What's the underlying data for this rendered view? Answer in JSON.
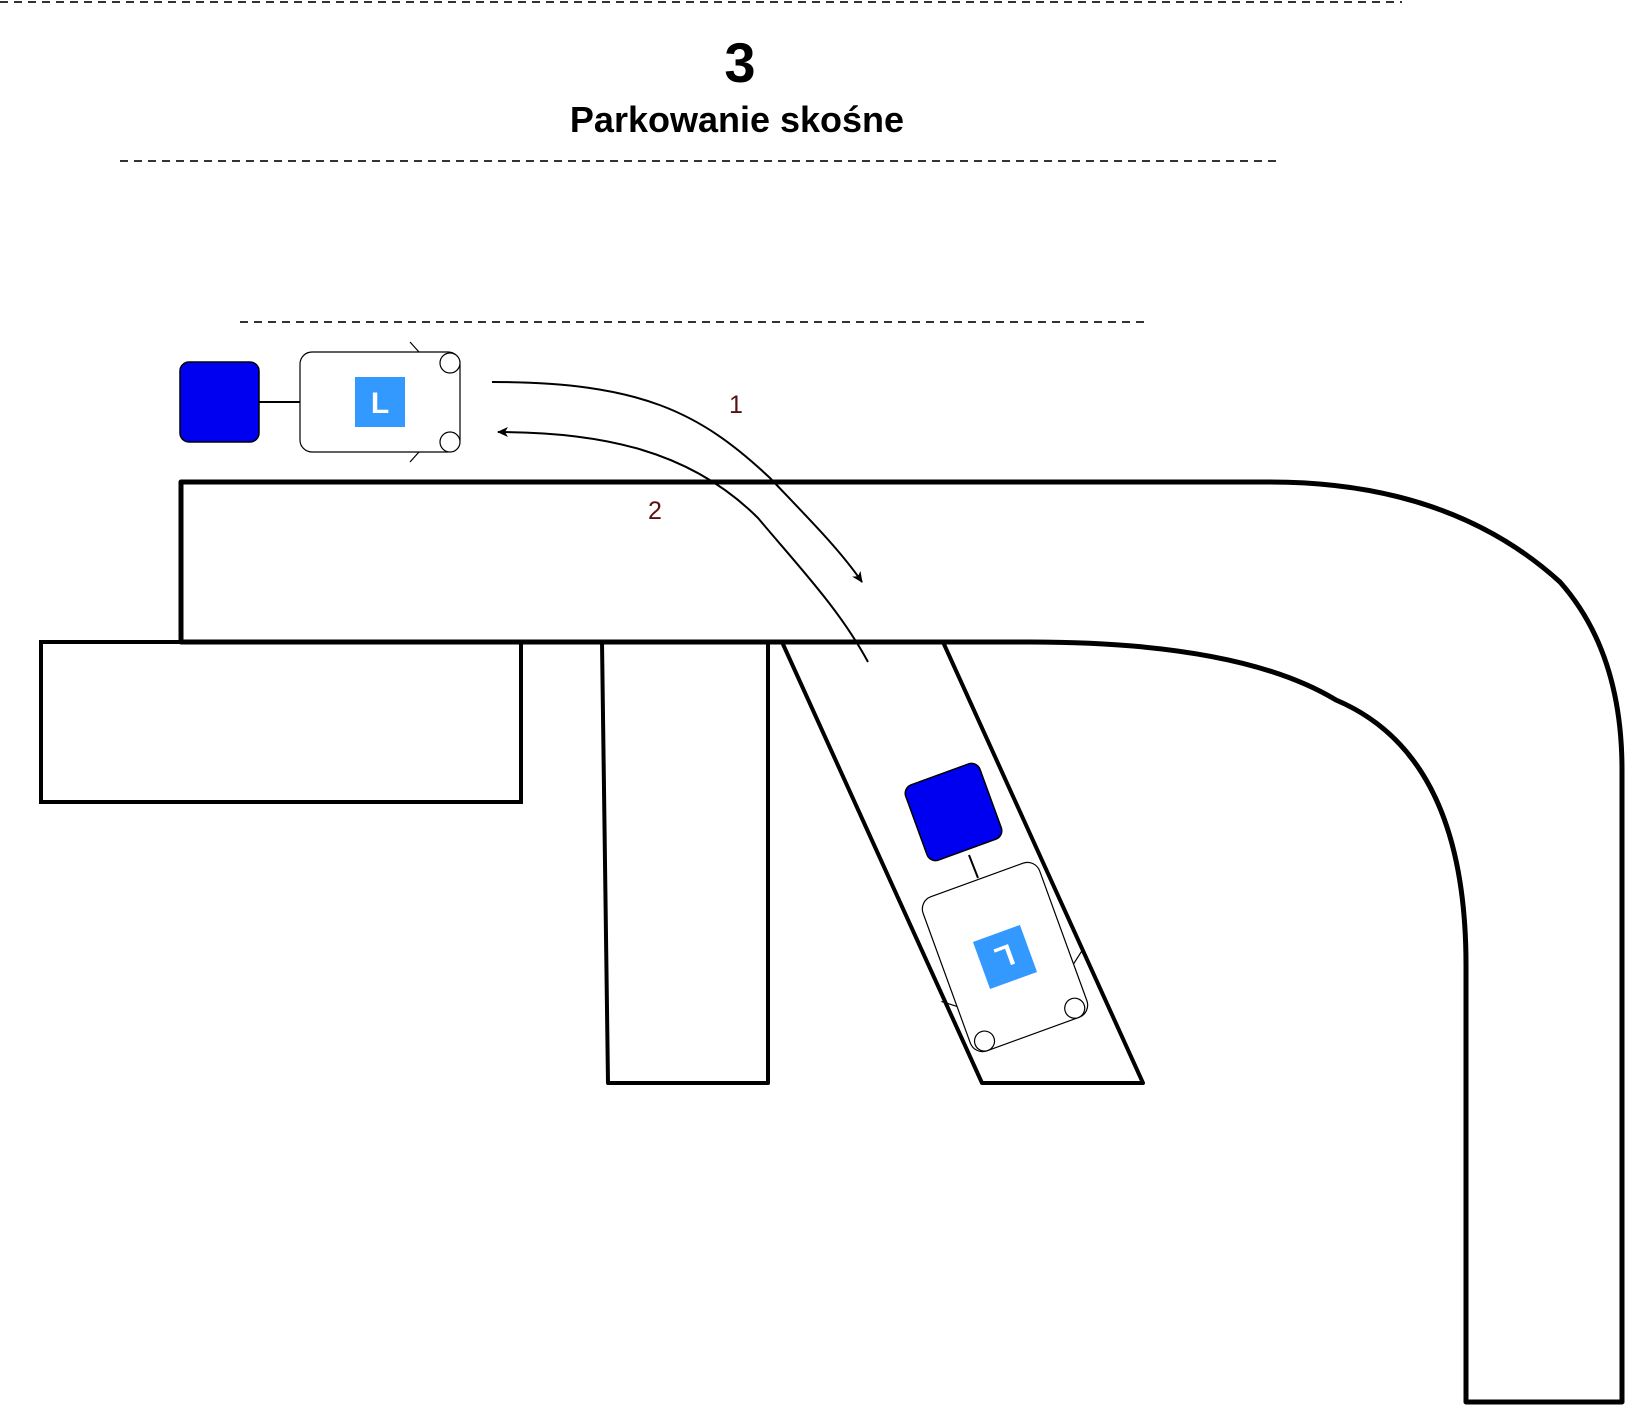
{
  "header": {
    "number": "3",
    "title": "Parkowanie skośne"
  },
  "maneuver": {
    "step_1": "1",
    "step_2": "2"
  },
  "vehicles": {
    "sign_letter": "L"
  },
  "colors": {
    "trailer": "#0000f0",
    "sign": "#3399ff",
    "sign_letter": "#ffffff",
    "outline": "#000000",
    "step_label": "#5a1010"
  }
}
